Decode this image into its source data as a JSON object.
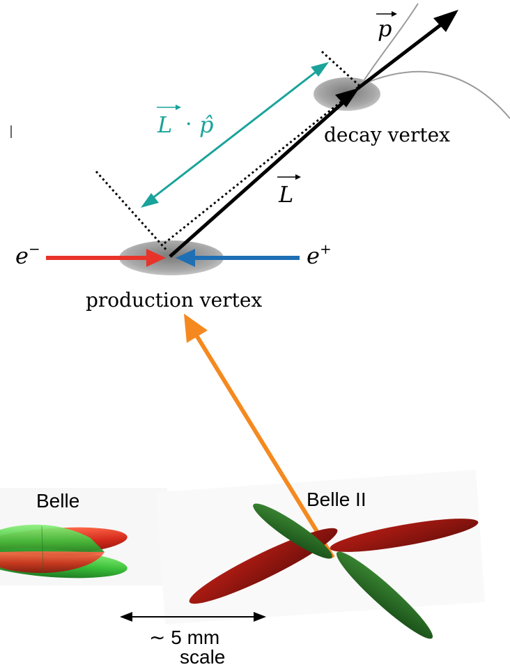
{
  "labels": {
    "momentum": "p",
    "projection_L": "L",
    "projection_dot": "·",
    "projection_p": "p̂",
    "decay_vertex": "decay vertex",
    "flight_vector": "L",
    "electron": "e",
    "electron_sup": "−",
    "positron": "e",
    "positron_sup": "+",
    "production_vertex": "production vertex",
    "belle": "Belle",
    "belle2": "Belle II",
    "scale_value": "∼ 5 mm",
    "scale_word": "scale"
  },
  "colors": {
    "electron_beam": "#e8332a",
    "positron_beam": "#1f6fb5",
    "projection": "#1aa39a",
    "pointer": "#f5891f",
    "vertex": "#9a9a9a",
    "lobe_red": "#c8221a",
    "lobe_green": "#2fa834",
    "lobe_dark_red": "#8a1410",
    "lobe_dark_green": "#1f6a1f"
  }
}
